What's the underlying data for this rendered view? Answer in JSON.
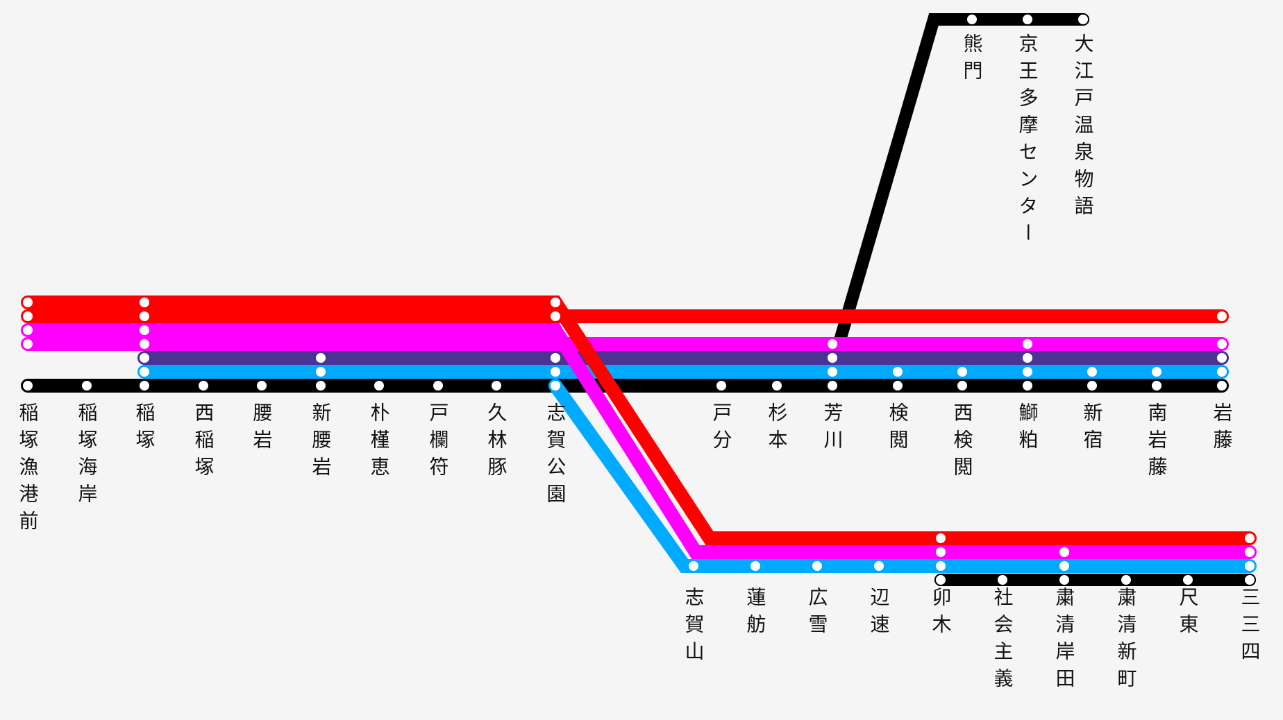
{
  "colors": {
    "background": "#f5f5f5",
    "red": "#ff0000",
    "magenta": "#ff00ff",
    "purple": "#4b3393",
    "cyan": "#00aaff",
    "black": "#000000",
    "station_fill": "#ffffff",
    "label": "#111111"
  },
  "lines": [
    {
      "name": "red-a",
      "color": "red"
    },
    {
      "name": "red-b",
      "color": "red"
    },
    {
      "name": "magenta-a",
      "color": "magenta"
    },
    {
      "name": "magenta-b",
      "color": "magenta"
    },
    {
      "name": "purple",
      "color": "purple"
    },
    {
      "name": "cyan",
      "color": "cyan"
    },
    {
      "name": "black",
      "color": "black"
    }
  ],
  "stations": {
    "s01": "稲塚漁港前",
    "s02": "稲塚海岸",
    "s03": "稲塚",
    "s04": "西稲塚",
    "s05": "腰岩",
    "s06": "新腰岩",
    "s07": "朴槿恵",
    "s08": "戸欄符",
    "s09": "久林豚",
    "s10": "志賀公園",
    "s11": "戸分",
    "s12": "杉本",
    "s13": "芳川",
    "s14": "検閲",
    "s15": "西検閲",
    "s16": "鰤粕",
    "s17": "新宿",
    "s18": "南岩藤",
    "s19": "岩藤",
    "s20": "熊門",
    "s21": "京王多摩センター",
    "s22": "大江戸温泉物語",
    "s23": "志賀山",
    "s24": "蓮舫",
    "s25": "広雪",
    "s26": "辺速",
    "s27": "卯木",
    "s28": "社会主義",
    "s29": "粛清岸田",
    "s30": "粛清新町",
    "s31": "尺東",
    "s32": "三三四"
  }
}
